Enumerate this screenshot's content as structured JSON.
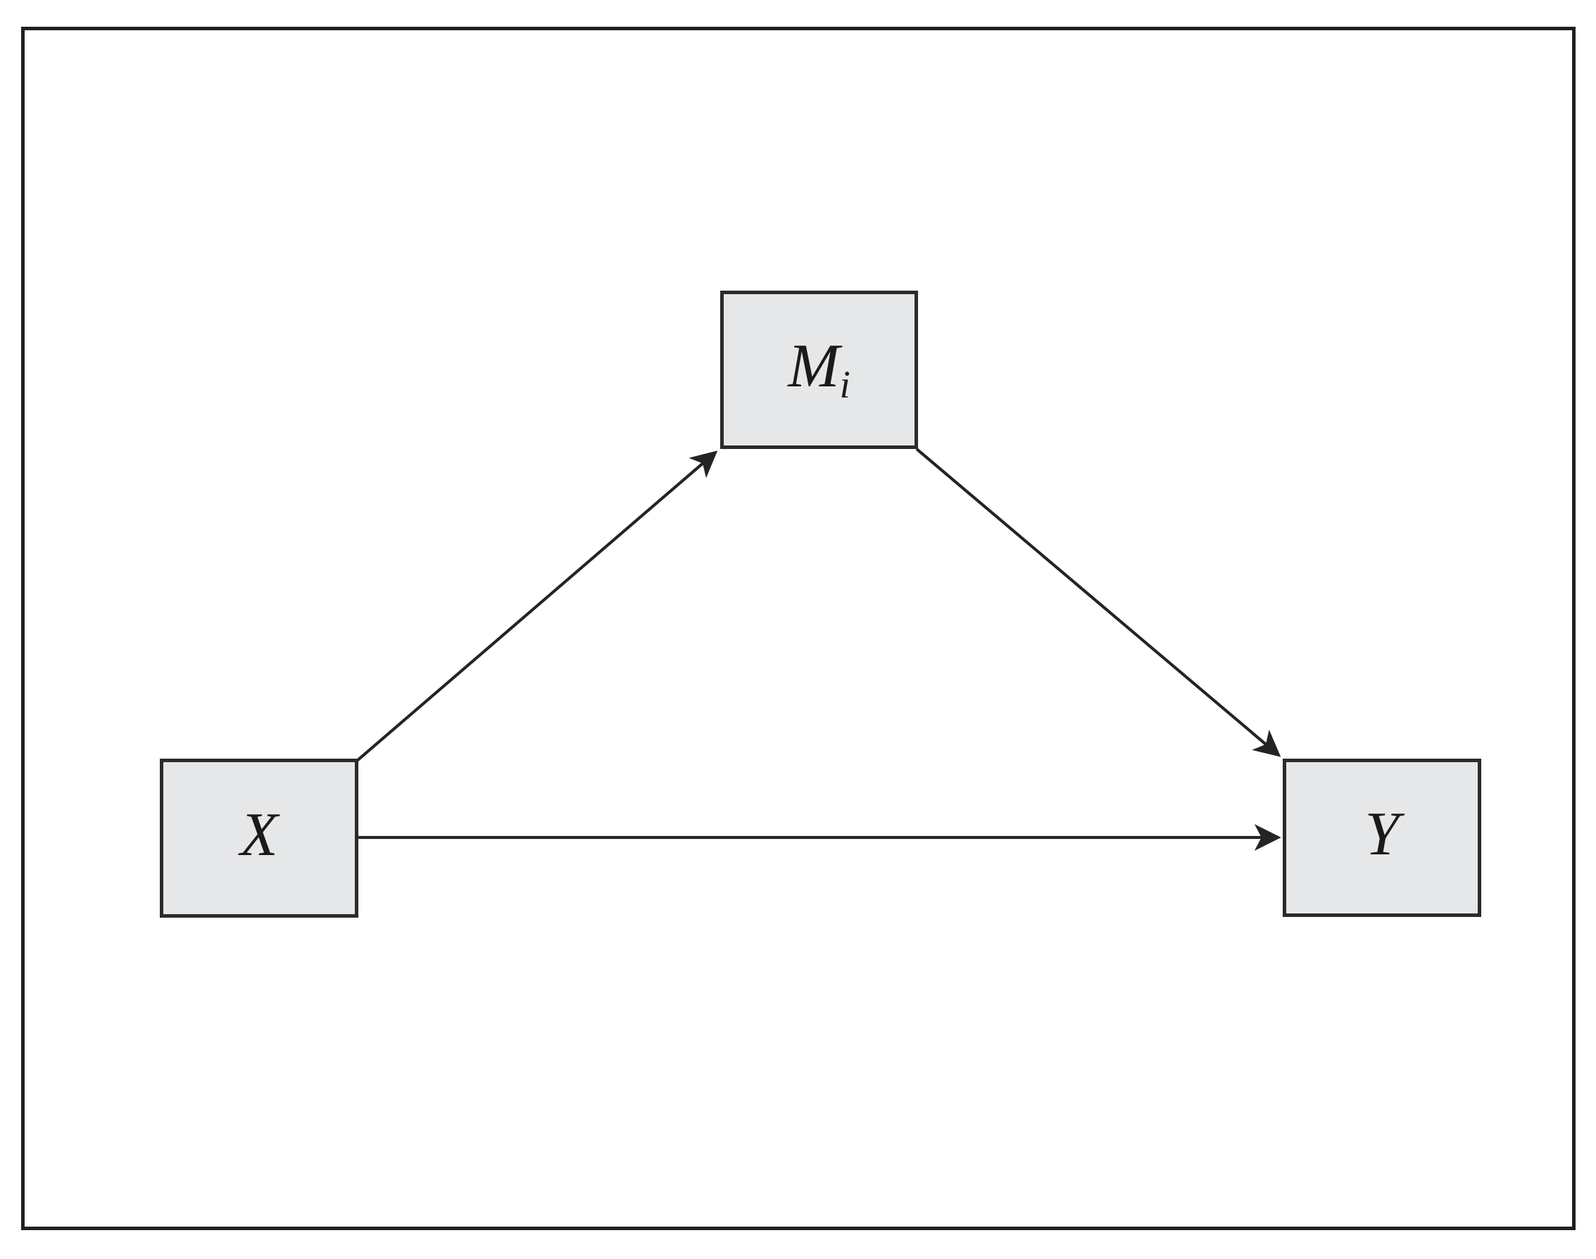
{
  "figure": {
    "type": "path-diagram",
    "background_color": "#ffffff",
    "frame_border_color": "#231f20",
    "node_fill_color": "#e6e7e8",
    "node_border_color": "#2d2a2b",
    "arrow_color": "#262324",
    "label_color": "#1a1a1a"
  },
  "nodes": [
    {
      "id": "X",
      "label": "X",
      "subscript": ""
    },
    {
      "id": "M",
      "label": "M",
      "subscript": "i"
    },
    {
      "id": "Y",
      "label": "Y",
      "subscript": ""
    }
  ],
  "edges": [
    {
      "from": "X",
      "to": "M"
    },
    {
      "from": "M",
      "to": "Y"
    },
    {
      "from": "X",
      "to": "Y"
    }
  ]
}
